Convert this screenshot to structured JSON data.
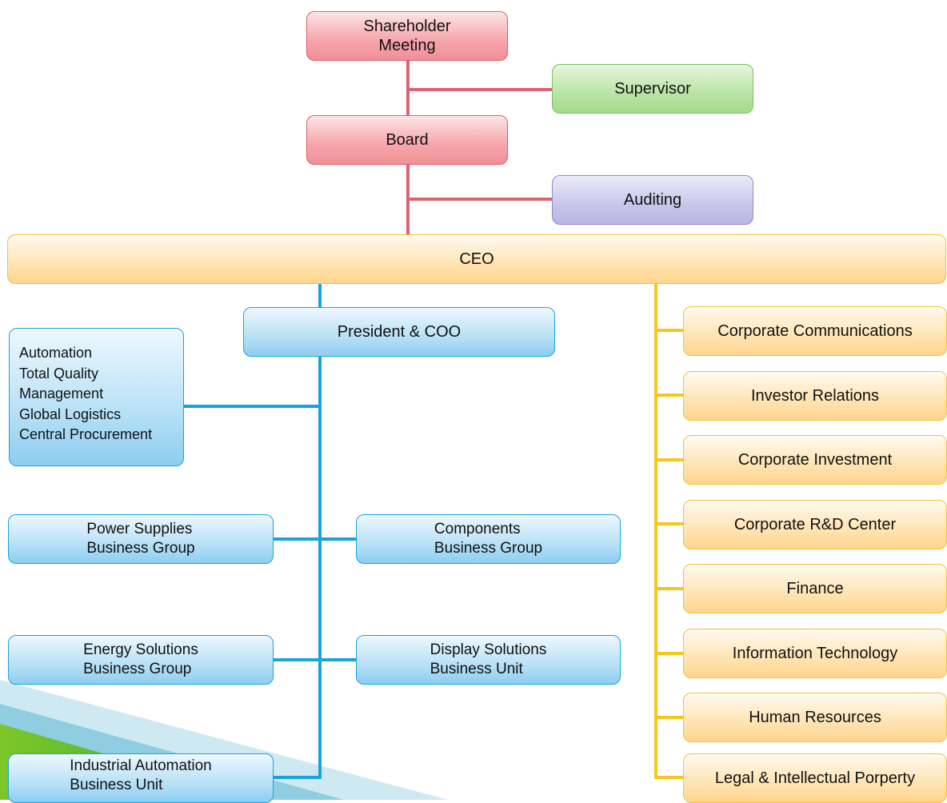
{
  "colors": {
    "red_line": "#dc6472",
    "blue_line": "#19a3dc",
    "yellow_line": "#f2c81e"
  },
  "top": {
    "shareholder": [
      "Shareholder",
      "Meeting"
    ],
    "supervisor": "Supervisor",
    "board": "Board",
    "auditing": "Auditing",
    "ceo": "CEO"
  },
  "operations": {
    "president": "President & COO",
    "support_functions": [
      "Automation",
      "Total Quality",
      "Management",
      "Global Logistics",
      "Central Procurement"
    ],
    "power_supplies": [
      "Power Supplies",
      "Business Group"
    ],
    "components": [
      "Components",
      "Business Group"
    ],
    "energy_solutions": [
      "Energy Solutions",
      "Business Group"
    ],
    "display_solutions": [
      "Display Solutions",
      "Business Unit"
    ],
    "industrial_automation": [
      "Industrial Automation",
      "Business Unit"
    ]
  },
  "corporate": [
    "Corporate Communications",
    "Investor Relations",
    "Corporate Investment",
    "Corporate R&D Center",
    "Finance",
    "Information Technology",
    "Human Resources",
    "Legal & Intellectual Porperty"
  ]
}
